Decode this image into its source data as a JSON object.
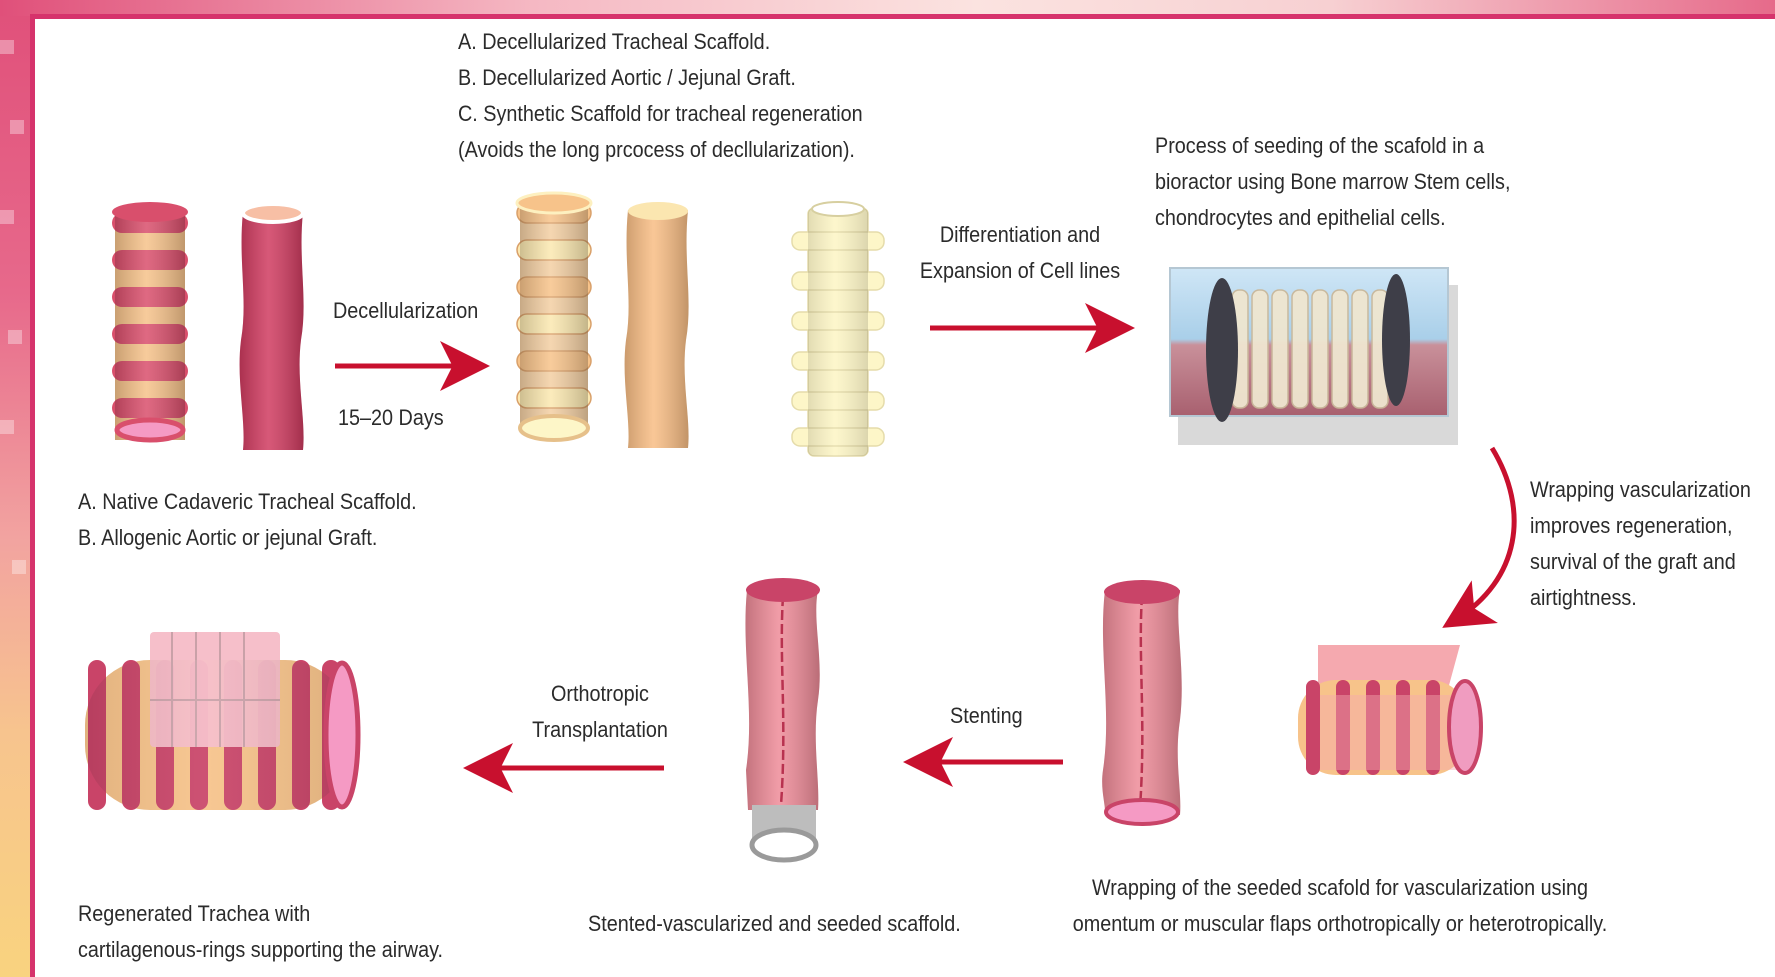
{
  "captions": {
    "native_list": [
      "A. Native Cadaveric Tracheal Scaffold.",
      "B. Allogenic Aortic or jejunal  Graft."
    ],
    "scaffold_list": [
      "A. Decellularized Tracheal Scaffold.",
      "B. Decellularized Aortic / Jejunal Graft.",
      "C. Synthetic Scaffold for tracheal regeneration",
      "(Avoids the long prcocess of decllularization)."
    ],
    "bioreactor": [
      "Process of seeding of the scafold in a",
      "bioractor using Bone marrow Stem cells,",
      "chondrocytes and epithelial cells."
    ],
    "wrapping_note": [
      "Wrapping vascularization",
      "improves regeneration,",
      "survival of the graft and",
      "airtightness."
    ],
    "wrapping_caption": [
      "Wrapping of the seeded scafold for vascularization using",
      "omentum or muscular flaps orthotropically or heterotropically."
    ],
    "stented_caption": "Stented-vascularized and seeded scaffold.",
    "regenerated_caption": [
      "Regenerated Trachea with",
      "cartilagenous-rings supporting the airway."
    ]
  },
  "steps": {
    "decellularization": "Decellularization",
    "duration": "15–20 Days",
    "differentiation": [
      "Differentiation and",
      "Expansion of Cell lines"
    ],
    "stenting": "Stenting",
    "transplantation": [
      "Orthotropic",
      "Transplantation"
    ]
  },
  "colors": {
    "arrow": "#c8102e",
    "frame": "#d6336c",
    "cartilage": "#f7c38a",
    "tissue": "#d94f6c",
    "vessel": "#c7365a",
    "scaffold_pale": "#fdf6c8"
  }
}
